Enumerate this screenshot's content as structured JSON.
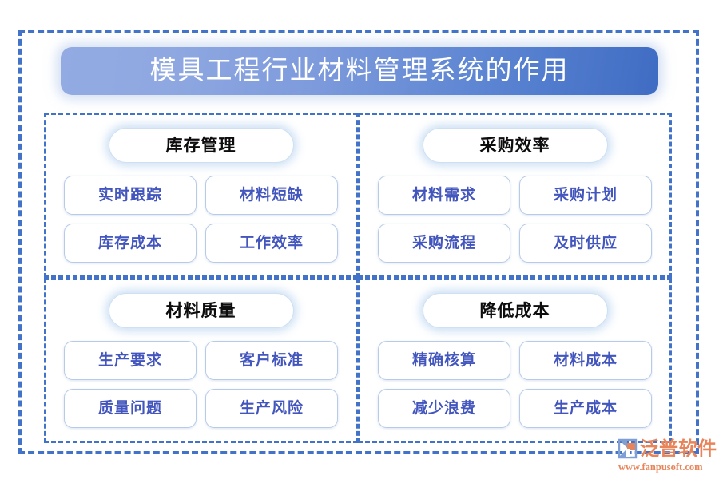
{
  "page": {
    "title": "模具工程行业材料管理系统的作用",
    "background_color": "#ffffff",
    "border_color": "#4273c8",
    "banner_gradient_from": "#93abe2",
    "banner_gradient_to": "#3f6cc3",
    "header_text_color": "#0d0d0d",
    "item_text_color": "#4356bd",
    "item_border_color": "#b7cbe8"
  },
  "quadrants": [
    {
      "header": "库存管理",
      "items": [
        "实时跟踪",
        "材料短缺",
        "库存成本",
        "工作效率"
      ]
    },
    {
      "header": "采购效率",
      "items": [
        "材料需求",
        "采购计划",
        "采购流程",
        "及时供应"
      ]
    },
    {
      "header": "材料质量",
      "items": [
        "生产要求",
        "客户标准",
        "质量问题",
        "生产风险"
      ]
    },
    {
      "header": "降低成本",
      "items": [
        "精确核算",
        "材料成本",
        "减少浪费",
        "生产成本"
      ]
    }
  ],
  "watermark": {
    "brand": "泛普软件",
    "url": "www.fanpusoft.com",
    "color": "#e8845a"
  }
}
